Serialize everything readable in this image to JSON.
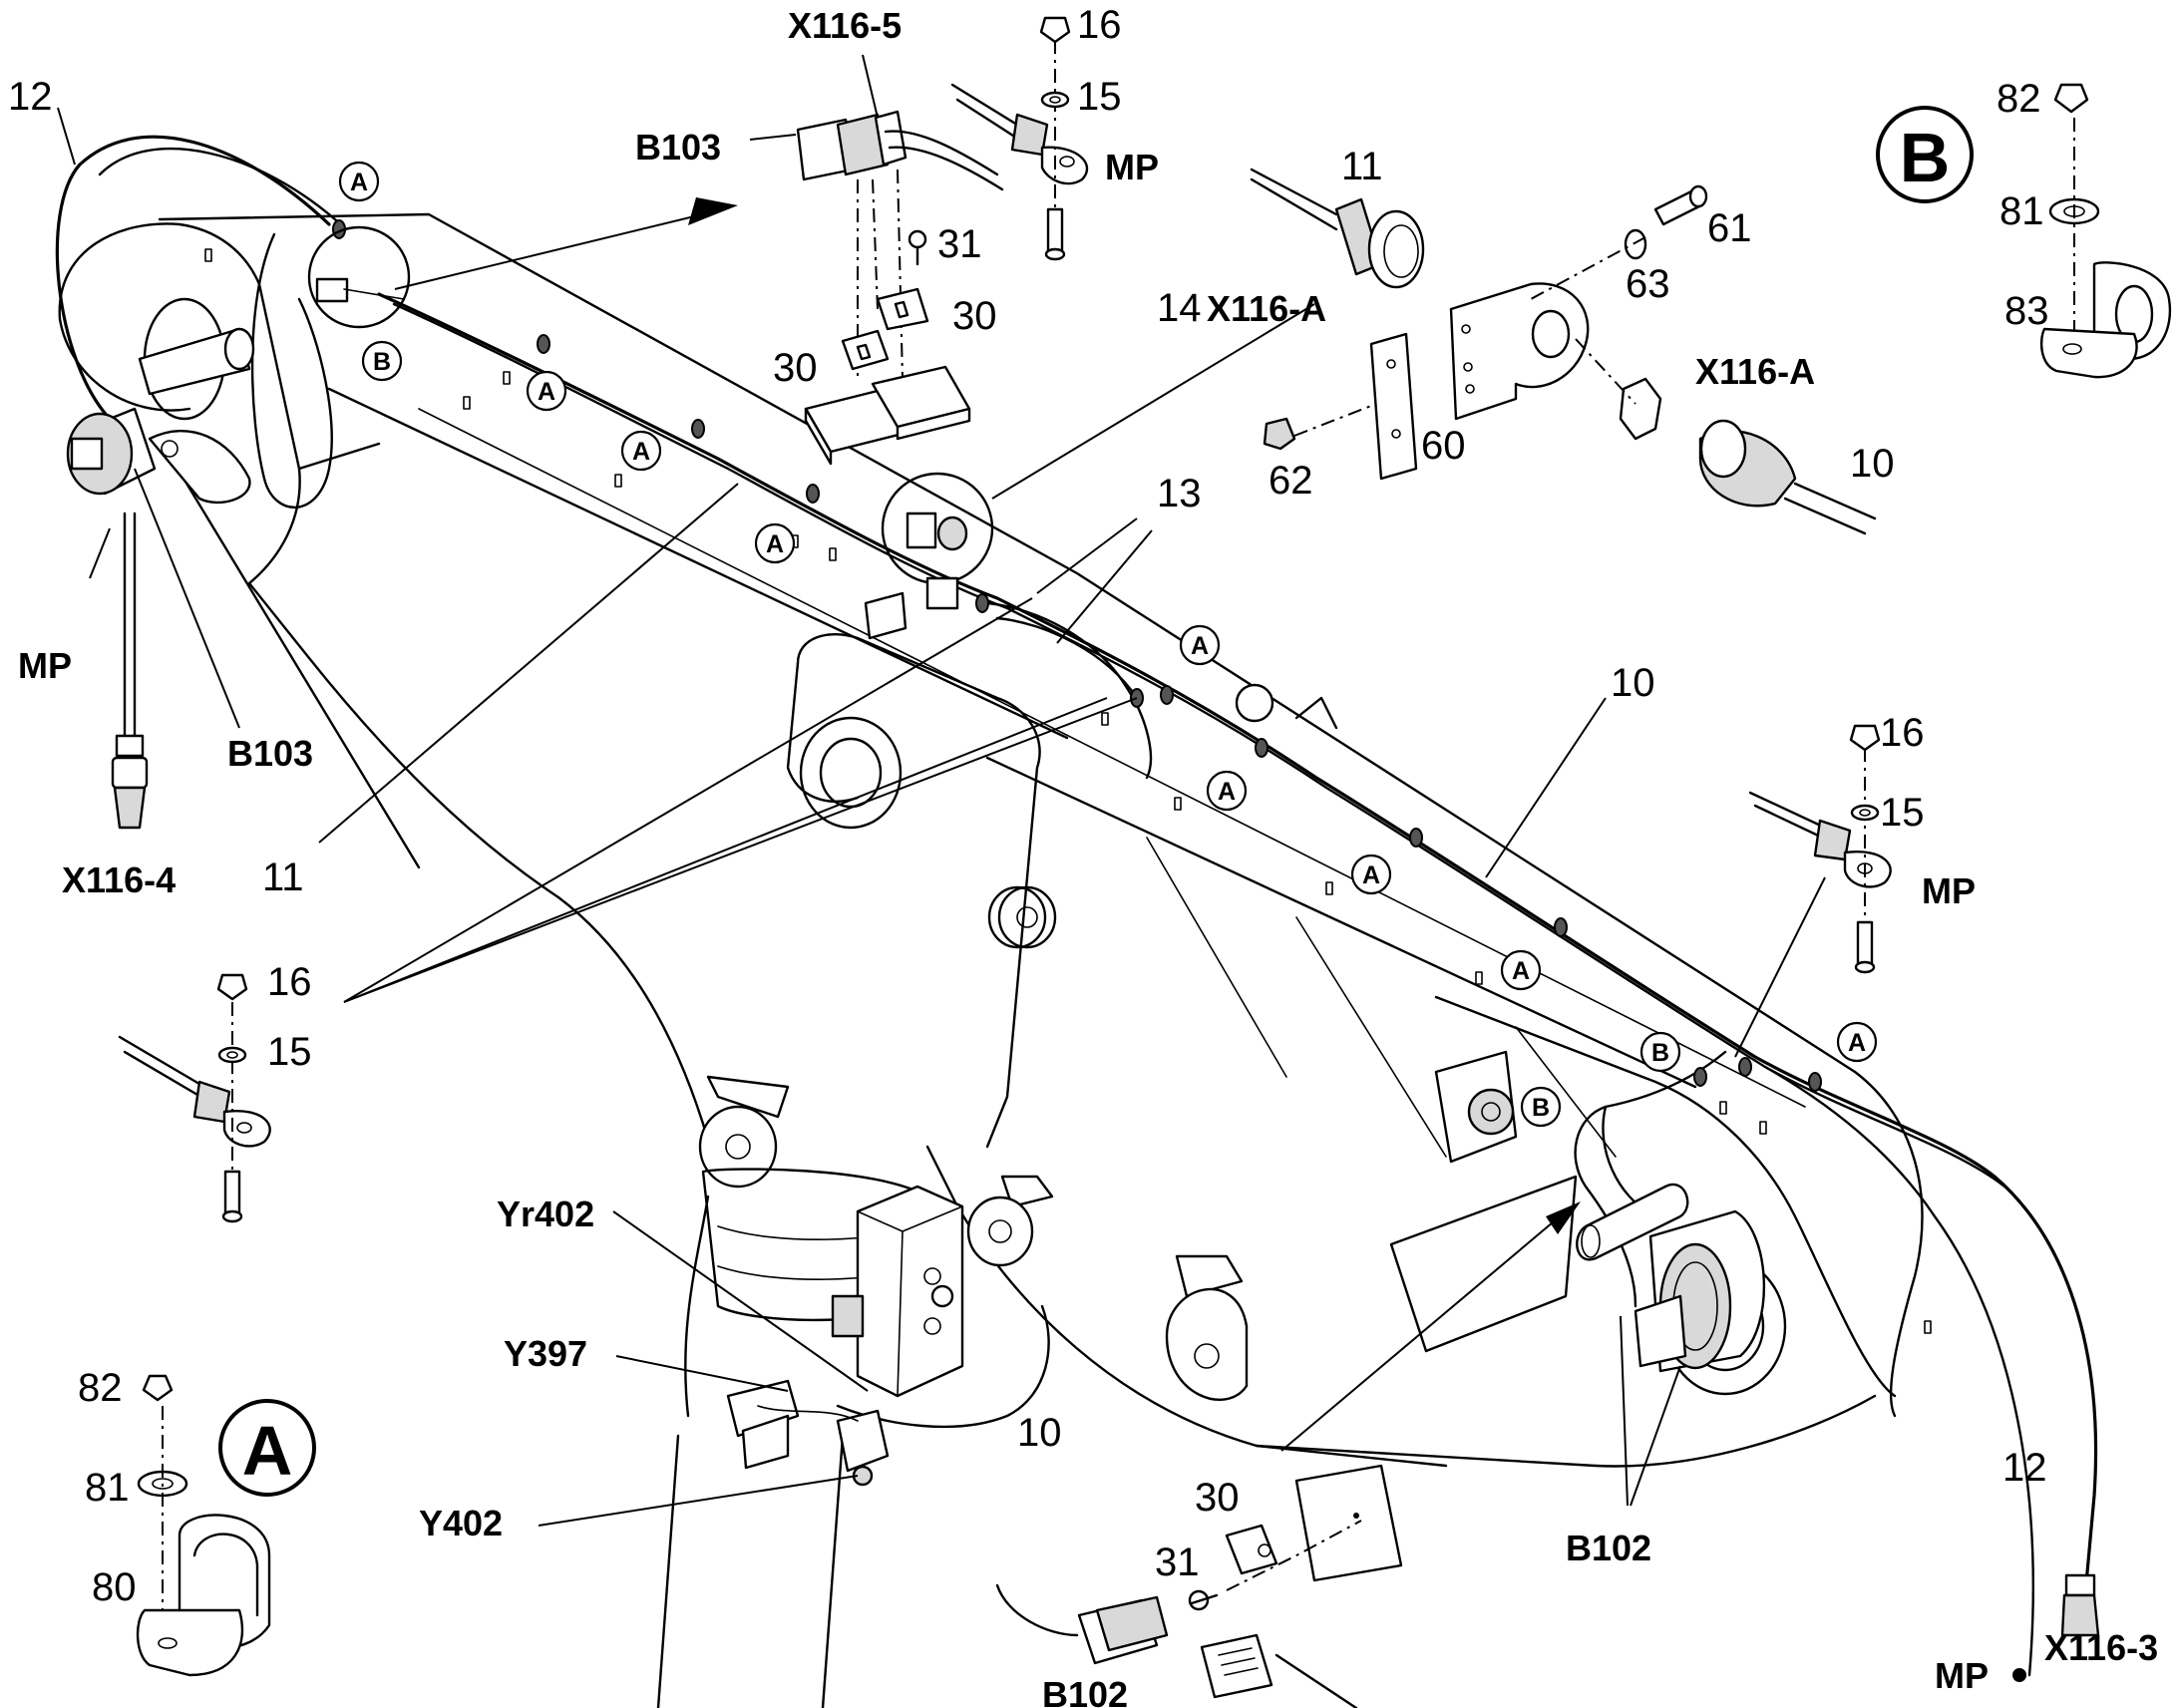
{
  "labels": {
    "l12_top": "12",
    "l12_bottom": "12",
    "x116_5": "X116-5",
    "b103_top": "B103",
    "b103_left": "B103",
    "b102_right": "B102",
    "b102_bottom": "B102",
    "l16_top": "16",
    "l15_top": "15",
    "l16_right": "16",
    "l15_right": "15",
    "l16_left": "16",
    "l15_left": "15",
    "mp_top": "MP",
    "mp_left": "MP",
    "mp_right": "MP",
    "mp_bottom": "MP",
    "l31_top": "31",
    "l30_a": "30",
    "l30_b": "30",
    "l30_bottom": "30",
    "l31_bottom": "31",
    "l11_top": "11",
    "l11_bottom": "11",
    "l14_x116a": "14",
    "x116_a_left": "X116-A",
    "x116_a_right": "X116-A",
    "l61": "61",
    "l63": "63",
    "l60": "60",
    "l62": "62",
    "l10_right": "10",
    "l10_mid": "10",
    "l10_bottom": "10",
    "l13": "13",
    "x116_4": "X116-4",
    "x116_3": "X116-3",
    "l82_b": "82",
    "l81_b": "81",
    "l83": "83",
    "l82_a": "82",
    "l81_a": "81",
    "l80": "80",
    "yr402": "Yr402",
    "y397": "Y397",
    "y402": "Y402"
  },
  "markers": {
    "a": "A",
    "b": "B"
  },
  "detail_views": {
    "a": "A",
    "b": "B"
  }
}
